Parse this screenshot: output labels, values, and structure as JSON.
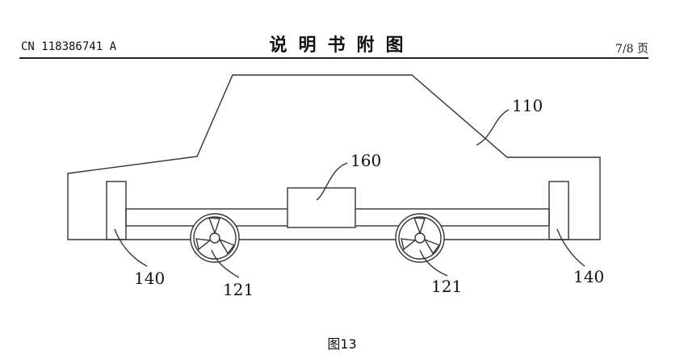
{
  "header": {
    "publication_number": "CN 118386741 A",
    "section_title": "说明书附图",
    "page_indicator": "7/8 页"
  },
  "figure": {
    "labels": {
      "body": "110",
      "module": "160",
      "bumper_left": "140",
      "bumper_right": "140",
      "wheel_front": "121",
      "wheel_rear": "121"
    },
    "caption": "图13"
  }
}
